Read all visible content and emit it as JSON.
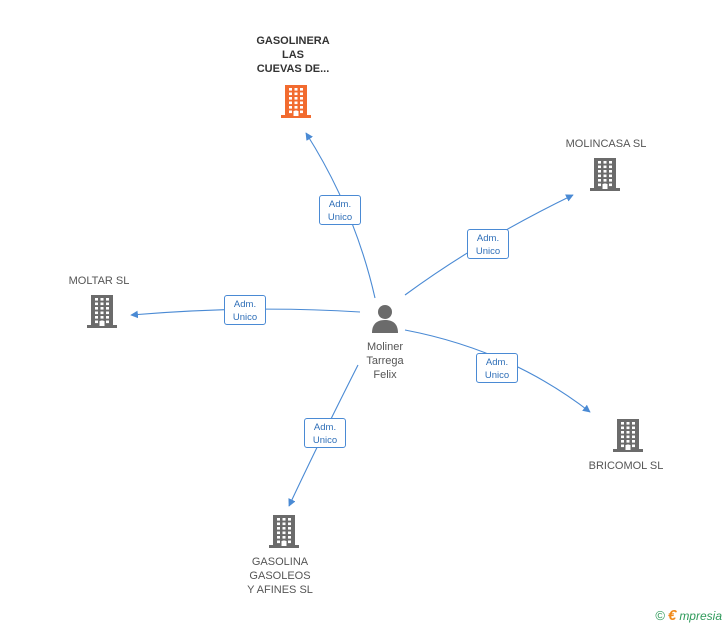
{
  "center": {
    "name": "Moliner\nTarrega\nFelix"
  },
  "companies": [
    {
      "id": "gasolinera",
      "name": "GASOLINERA\nLAS\nCUEVAS DE...",
      "highlight": true,
      "color": "#f26b2f"
    },
    {
      "id": "molincasa",
      "name": "MOLINCASA SL",
      "highlight": false,
      "color": "#6b6b6b"
    },
    {
      "id": "moltar",
      "name": "MOLTAR SL",
      "highlight": false,
      "color": "#6b6b6b"
    },
    {
      "id": "bricomol",
      "name": "BRICOMOL SL",
      "highlight": false,
      "color": "#6b6b6b"
    },
    {
      "id": "gasolina",
      "name": "GASOLINA\nGASOLEOS\nY AFINES SL",
      "highlight": false,
      "color": "#6b6b6b"
    }
  ],
  "edges": [
    {
      "to": "gasolinera",
      "label": "Adm.\nUnico"
    },
    {
      "to": "molincasa",
      "label": "Adm.\nUnico"
    },
    {
      "to": "moltar",
      "label": "Adm.\nUnico"
    },
    {
      "to": "bricomol",
      "label": "Adm.\nUnico"
    },
    {
      "to": "gasolina",
      "label": "Adm.\nUnico"
    }
  ],
  "colors": {
    "edge": "#4a8ad4",
    "person": "#6b6b6b"
  },
  "footer": {
    "copyright": "©",
    "brand_initial": "€",
    "brand_rest": "mpresia"
  }
}
